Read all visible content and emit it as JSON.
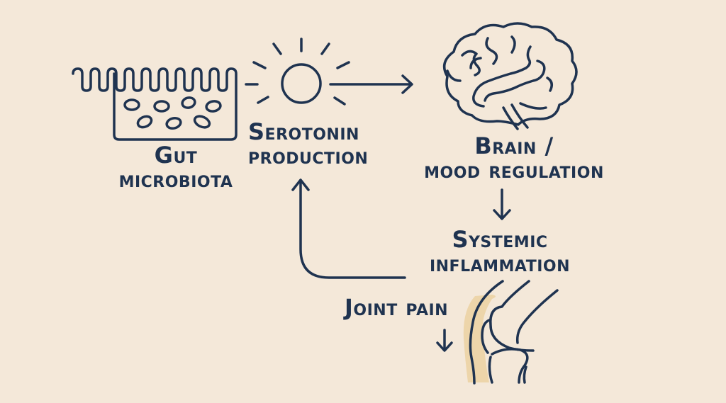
{
  "diagram": {
    "nodes": {
      "gut": {
        "line1": "Gut",
        "line2": "microbiota",
        "icon": "gut-villi-icon"
      },
      "serotonin": {
        "line1": "Serotonin",
        "line2": "production",
        "icon": "sun-icon"
      },
      "brain": {
        "line1": "Brain /",
        "line2": "mood regulation",
        "icon": "brain-icon"
      },
      "inflammation": {
        "line1": "Systemic",
        "line2": "inflammation"
      },
      "joint": {
        "line1": "Joint pain",
        "icon": "knee-joint-icon"
      }
    },
    "edges": [
      {
        "from": "serotonin",
        "to": "brain",
        "direction": "right"
      },
      {
        "from": "brain",
        "to": "inflammation",
        "direction": "down"
      },
      {
        "from": "inflammation",
        "to": "serotonin",
        "direction": "up",
        "style": "elbow"
      },
      {
        "from": "joint",
        "to": "down",
        "direction": "down"
      }
    ],
    "colors": {
      "background": "#f4e8d9",
      "stroke": "#1f3350",
      "joint_highlight": "#ecd3a4"
    }
  }
}
